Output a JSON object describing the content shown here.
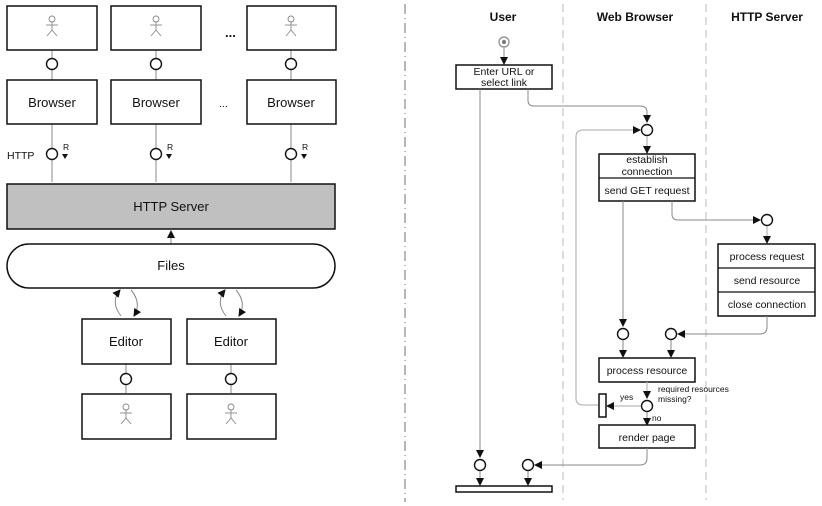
{
  "left_diagram": {
    "users_top_ellipsis": "...",
    "browsers": [
      {
        "label": "Browser"
      },
      {
        "label": "Browser"
      },
      {
        "label": "Browser"
      }
    ],
    "browsers_ellipsis": "...",
    "protocol_label": "HTTP",
    "request_marker": "R",
    "server_label": "HTTP Server",
    "files_label": "Files",
    "editors": [
      {
        "label": "Editor"
      },
      {
        "label": "Editor"
      }
    ]
  },
  "right_diagram": {
    "lanes": [
      "User",
      "Web Browser",
      "HTTP Server"
    ],
    "user_action": [
      "Enter URL or",
      "select link"
    ],
    "browser_actions": {
      "connect": [
        "establish",
        "connection"
      ],
      "send": "send GET request",
      "process": "process resource",
      "render": "render page"
    },
    "server_actions": [
      "process request",
      "send resource",
      "close connection"
    ],
    "decision": {
      "question": [
        "required resources",
        "missing?"
      ],
      "yes": "yes",
      "no": "no"
    }
  }
}
